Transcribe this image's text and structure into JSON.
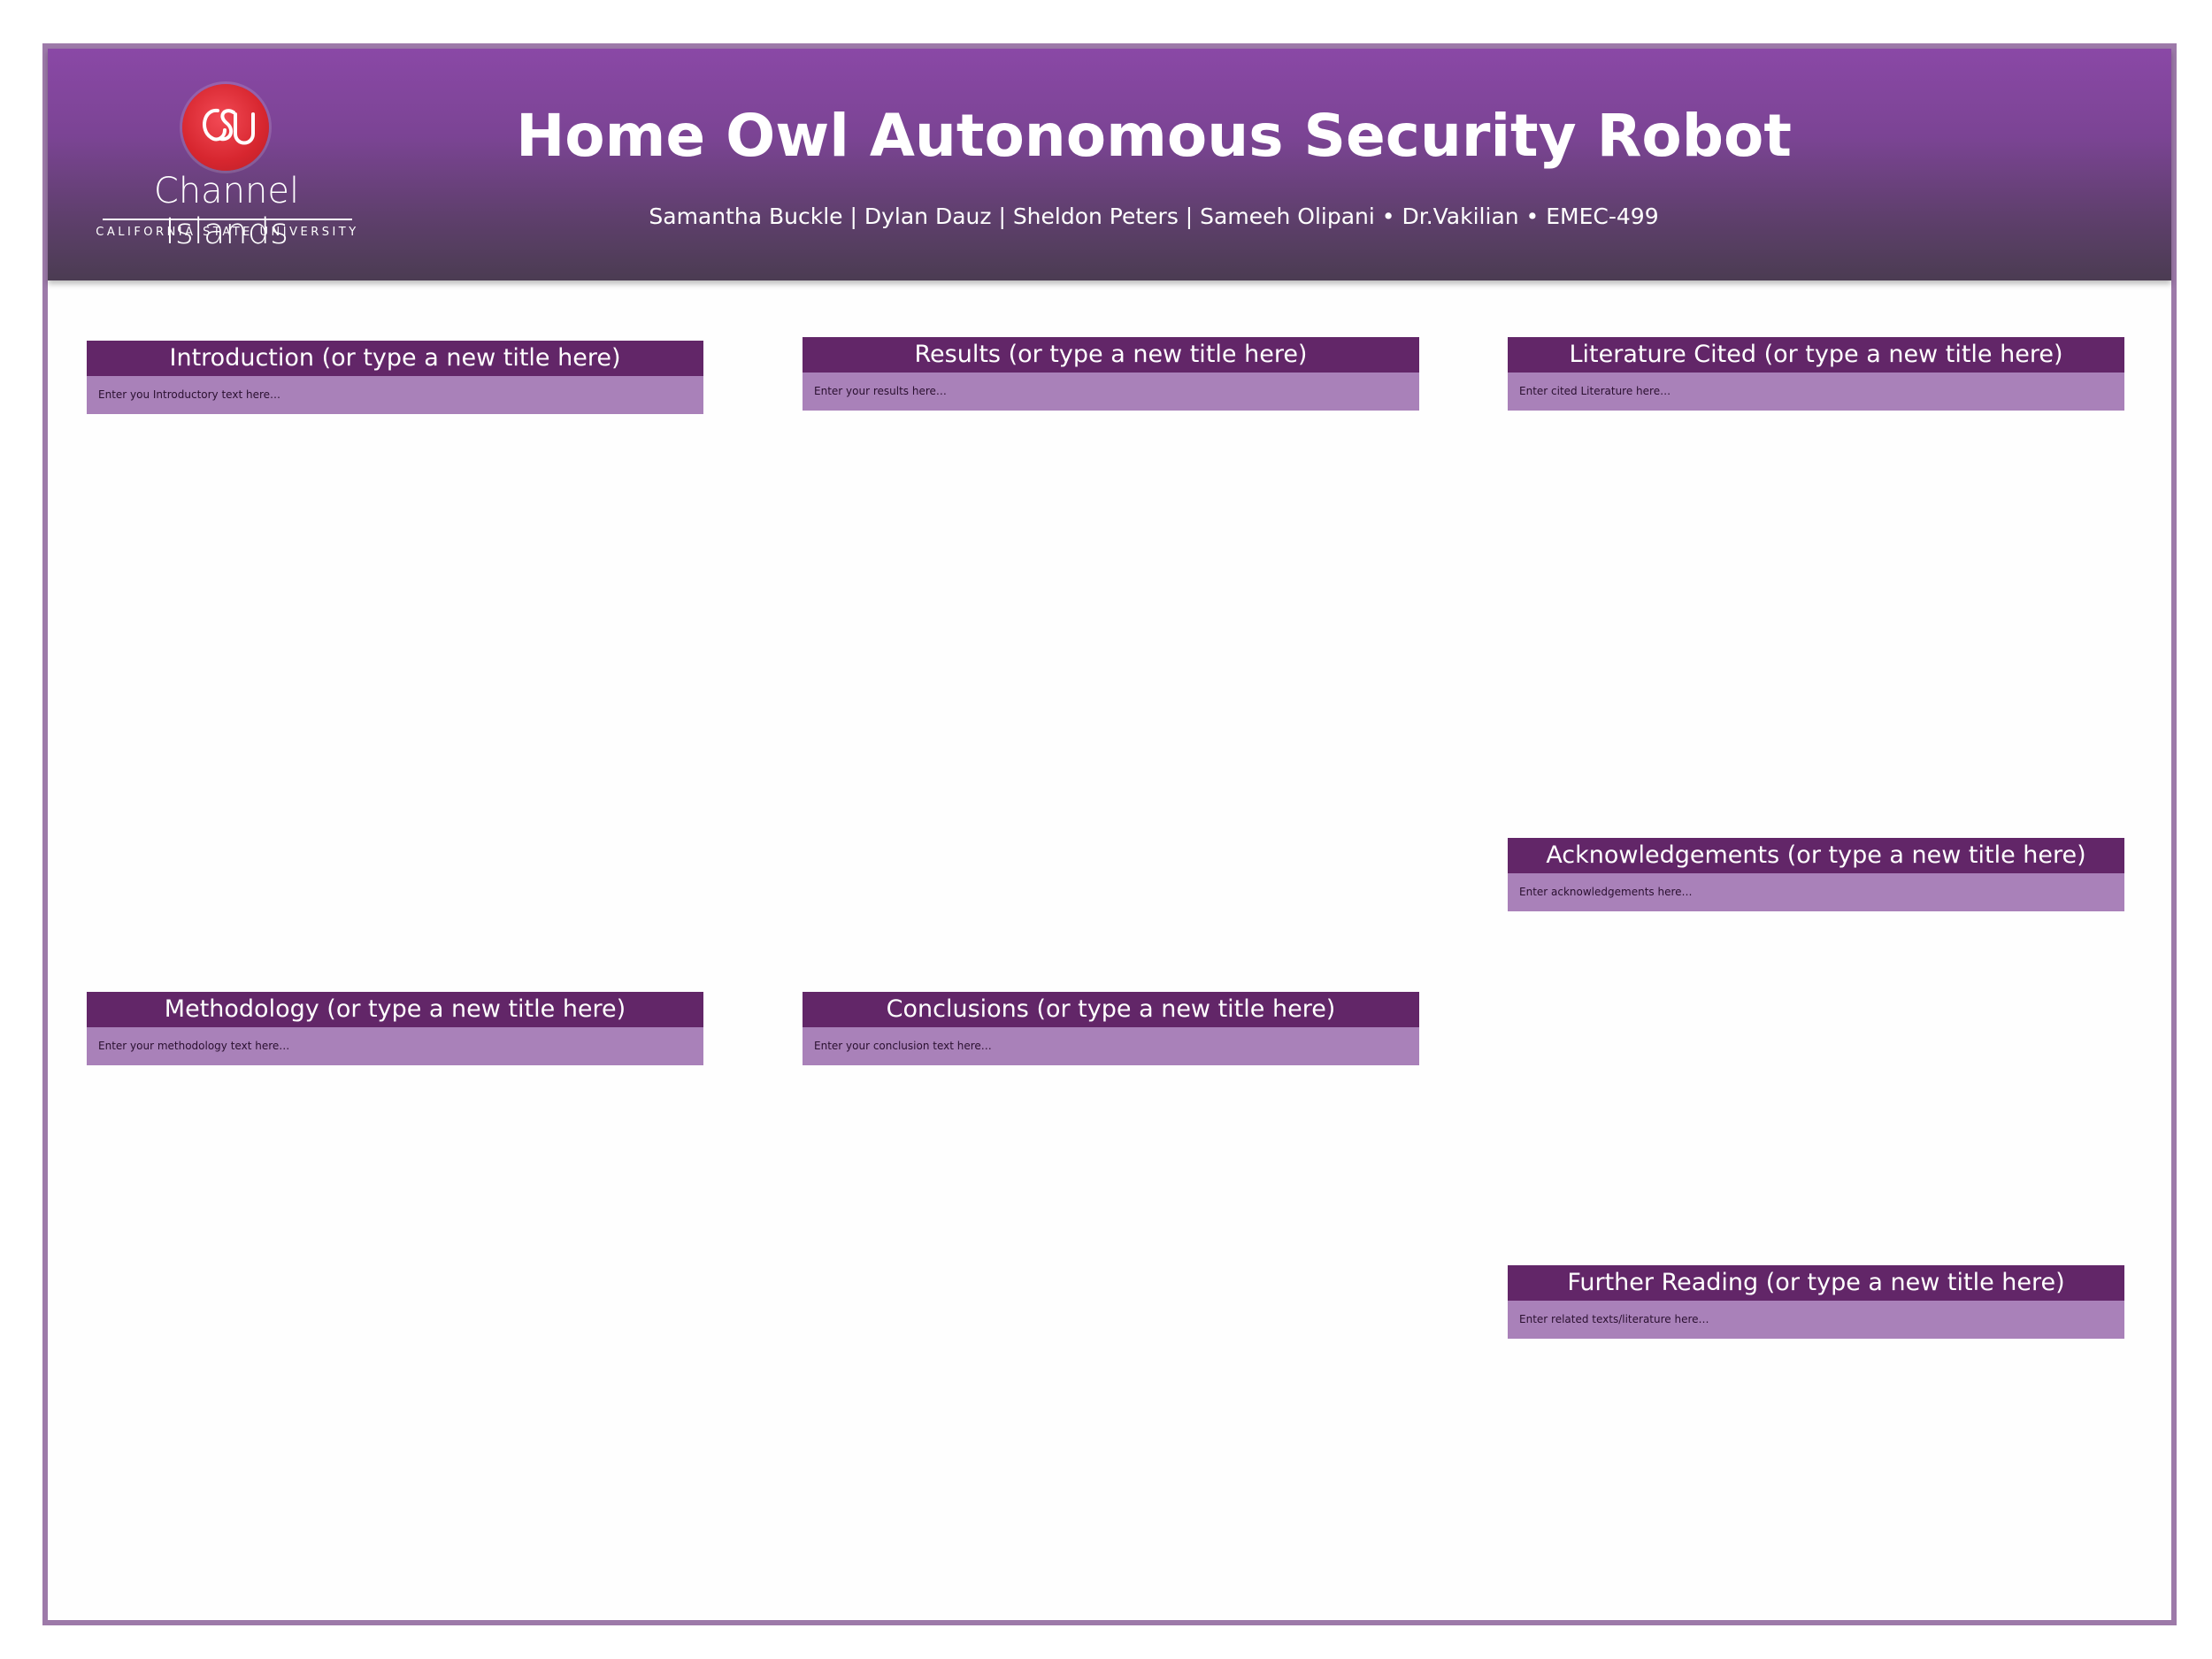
{
  "header": {
    "title": "Home Owl Autonomous Security Robot",
    "authors": "Samantha Buckle | Dylan Dauz | Sheldon Peters | Sameeh Olipani  •  Dr.Vakilian • EMEC-499",
    "logo": {
      "name": "Channel Islands",
      "subtitle": "CALIFORNIA STATE UNIVERSITY",
      "seal_text": "CSU",
      "seal_color": "#d7262f"
    }
  },
  "colors": {
    "header_purple": "#8a48a6",
    "section_title_bg": "#622668",
    "section_body_bg": "#a981b9",
    "frame_border": "#9d7aa9"
  },
  "sections": {
    "introduction": {
      "title": "Introduction (or type a new title here)",
      "body": "Enter you Introductory text here…"
    },
    "methodology": {
      "title": "Methodology (or type a new title here)",
      "body": "Enter your methodology text here…"
    },
    "results": {
      "title": "Results (or type a new title here)",
      "body": "Enter your results here…"
    },
    "conclusions": {
      "title": "Conclusions (or type a new title here)",
      "body": "Enter your conclusion text here…"
    },
    "literature": {
      "title": "Literature Cited (or type a new title here)",
      "body": "Enter cited Literature here…"
    },
    "acknowledgements": {
      "title": "Acknowledgements (or type a new title here)",
      "body": "Enter acknowledgements here…"
    },
    "further_reading": {
      "title": "Further Reading (or type a new title here)",
      "body": "Enter related texts/literature here…"
    }
  }
}
